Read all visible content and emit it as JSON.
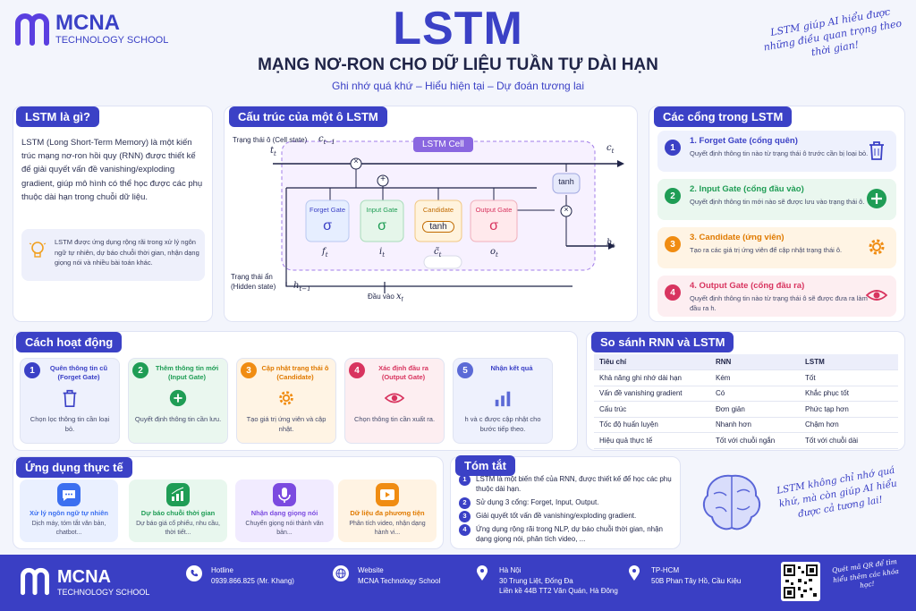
{
  "brand": {
    "name": "MCNA",
    "sub": "TECHNOLOGY SCHOOL"
  },
  "hero": {
    "title": "LSTM",
    "subtitle": "MẠNG NƠ-RON CHO DỮ LIỆU TUẦN TỰ DÀI HẠN",
    "tagline": "Ghi nhớ quá khứ – Hiểu hiện tại – Dự đoán tương lai"
  },
  "note_top": "LSTM giúp AI hiểu được những điều quan trọng theo thời gian!",
  "what": {
    "title": "LSTM là gì?",
    "body": "LSTM (Long Short-Term Memory) là một kiến trúc mạng nơ-ron hồi quy (RNN) được thiết kế để giải quyết vấn đề vanishing/exploding gradient, giúp mô hình có thể học được các phụ thuộc dài hạn trong chuỗi dữ liệu.",
    "tip": "LSTM được ứng dụng rộng rãi trong xử lý ngôn ngữ tự nhiên, dự báo chuỗi thời gian, nhận dạng giọng nói và nhiều bài toán khác."
  },
  "structure": {
    "title": "Cấu trúc của một ô LSTM",
    "cell_label": "LSTM Cell",
    "cell_state_label": "Trạng thái ô (Cell state)",
    "hidden_label": "Trạng thái ẩn (Hidden state)",
    "input_label": "Đầu vào",
    "c_prev": "c",
    "c_prev_sub": "t−1",
    "c_t": "c",
    "c_t_sub": "t",
    "h_prev": "h",
    "h_prev_sub": "t−1",
    "h_t": "h",
    "h_t_sub": "t",
    "x_t": "x",
    "x_t_sub": "t",
    "ml": "t",
    "ml_sub": "t",
    "tanh_top": "tanh",
    "gates": [
      {
        "name": "Forget Gate",
        "fn": "σ",
        "out": "f",
        "out_sub": "t"
      },
      {
        "name": "Input Gate",
        "fn": "σ",
        "out": "i",
        "out_sub": "t"
      },
      {
        "name": "Candidate",
        "fn": "tanh",
        "out": "c̃",
        "out_sub": "t"
      },
      {
        "name": "Output Gate",
        "fn": "σ",
        "out": "o",
        "out_sub": "t"
      }
    ],
    "mult": "×",
    "plus": "+"
  },
  "gates": {
    "title": "Các cổng trong LSTM",
    "items": [
      {
        "n": "1",
        "title": "1. Forget Gate (cổng quên)",
        "desc": "Quyết định thông tin nào từ trạng thái ô trước cần bị loại bỏ.",
        "icon": "trash-icon",
        "color": "#3b41c6"
      },
      {
        "n": "2",
        "title": "2. Input Gate (cổng đầu vào)",
        "desc": "Quyết định thông tin mới nào sẽ được lưu vào trạng thái ô.",
        "icon": "plus-icon",
        "color": "#1f9d55"
      },
      {
        "n": "3",
        "title": "3. Candidate (ứng viên)",
        "desc": "Tạo ra các giá trị ứng viên để cập nhật trạng thái ô.",
        "icon": "gear-icon",
        "color": "#f08c12"
      },
      {
        "n": "4",
        "title": "4. Output Gate (cổng đầu ra)",
        "desc": "Quyết định thông tin nào từ trạng thái ô sẽ được đưa ra làm đầu ra h.",
        "icon": "eye-icon",
        "color": "#d8345f"
      }
    ]
  },
  "how": {
    "title": "Cách hoạt động",
    "steps": [
      {
        "n": "1",
        "title": "Quên thông tin cũ (Forget Gate)",
        "desc": "Chọn lọc thông tin cần loại bỏ.",
        "icon": "trash-icon"
      },
      {
        "n": "2",
        "title": "Thêm thông tin mới (Input Gate)",
        "desc": "Quyết định thông tin cần lưu.",
        "icon": "plus-icon"
      },
      {
        "n": "3",
        "title": "Cập nhật trạng thái ô (Candidate)",
        "desc": "Tạo giá trị ứng viên và cập nhật.",
        "icon": "gear-icon"
      },
      {
        "n": "4",
        "title": "Xác định đầu ra (Output Gate)",
        "desc": "Chọn thông tin cần xuất ra.",
        "icon": "eye-icon"
      },
      {
        "n": "5",
        "title": "Nhận kết quả",
        "desc": "h và c được cập nhật cho bước tiếp theo.",
        "icon": "bar-chart-icon"
      }
    ]
  },
  "compare": {
    "title": "So sánh RNN và LSTM",
    "headers": [
      "Tiêu chí",
      "RNN",
      "LSTM"
    ],
    "rows": [
      [
        "Khả năng ghi nhớ dài hạn",
        "Kém",
        "Tốt"
      ],
      [
        "Vấn đề vanishing gradient",
        "Có",
        "Khắc phục tốt"
      ],
      [
        "Cấu trúc",
        "Đơn giản",
        "Phức tạp hơn"
      ],
      [
        "Tốc độ huấn luyện",
        "Nhanh hơn",
        "Chậm hơn"
      ],
      [
        "Hiệu quả thực tế",
        "Tốt với chuỗi ngắn",
        "Tốt với chuỗi dài"
      ]
    ]
  },
  "apps": {
    "title": "Ứng dụng thực tế",
    "items": [
      {
        "title": "Xử lý ngôn ngữ tự nhiên",
        "desc": "Dịch máy, tóm tắt văn bản, chatbot...",
        "icon": "chat-icon",
        "color": "#3b6ff0",
        "bg": "#eaf0ff"
      },
      {
        "title": "Dự báo chuỗi thời gian",
        "desc": "Dự báo giá cổ phiếu, nhu cầu, thời tiết...",
        "icon": "chart-icon",
        "color": "#1f9d55",
        "bg": "#e8f7ee"
      },
      {
        "title": "Nhận dạng giọng nói",
        "desc": "Chuyển giọng nói thành văn bản...",
        "icon": "mic-icon",
        "color": "#7b4ae0",
        "bg": "#f1ebff"
      },
      {
        "title": "Dữ liệu đa phương tiện",
        "desc": "Phân tích video, nhận dạng hành vi...",
        "icon": "video-icon",
        "color": "#f08c12",
        "bg": "#fff3e3"
      }
    ]
  },
  "summary": {
    "title": "Tóm tắt",
    "items": [
      "LSTM là một biến thể của RNN, được thiết kế để học các phụ thuộc dài hạn.",
      "Sử dụng 3 cổng: Forget, Input, Output.",
      "Giải quyết tốt vấn đề vanishing/exploding gradient.",
      "Ứng dụng rộng rãi trong NLP, dự báo chuỗi thời gian, nhận dạng giọng nói, phân tích video, ..."
    ]
  },
  "note_bottom": "LSTM không chỉ nhớ quá khứ, mà còn giúp AI hiểu được cả tương lai!",
  "footer": {
    "brand": "MCNA",
    "brand_sub": "TECHNOLOGY SCHOOL",
    "hotline_label": "Hotline",
    "hotline": "0939.866.825 (Mr. Khang)",
    "web_label": "Website",
    "web": "MCNA Technology School",
    "hn_label": "Hà Nội",
    "hn_1": "30 Trung Liệt, Đống Đa",
    "hn_2": "Liền kề 44B TT2 Văn Quán, Hà Đông",
    "hcm_label": "TP-HCM",
    "hcm": "50B Phan Tây Hồ, Cầu Kiệu",
    "qr_note": "Quét mã QR để tìm hiểu thêm các khóa học!"
  }
}
